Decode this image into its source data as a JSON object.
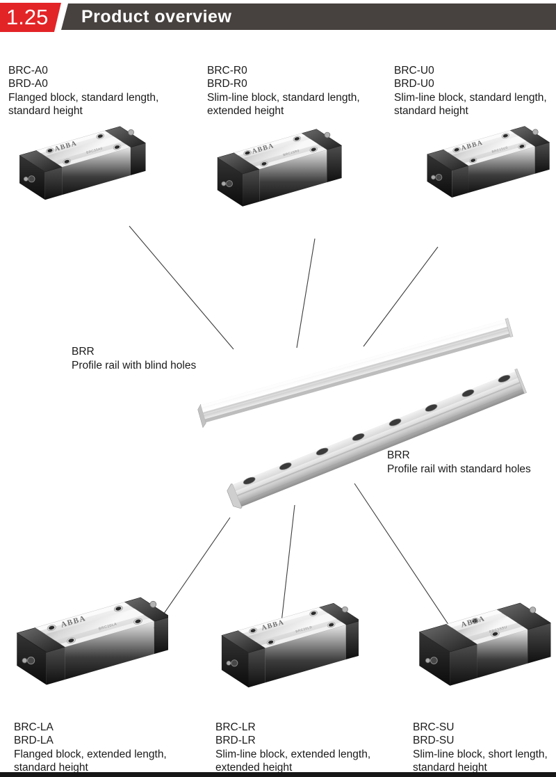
{
  "header": {
    "section_number": "1.25",
    "title": "Product overview"
  },
  "brand": "ABBA",
  "products": {
    "top": [
      {
        "model_c": "BRC-A0",
        "model_d": "BRD-A0",
        "desc1": "Flanged block, standard length,",
        "desc2": "standard height",
        "marking": "BRC35A0"
      },
      {
        "model_c": "BRC-R0",
        "model_d": "BRD-R0",
        "desc1": "Slim-line block, standard length,",
        "desc2": "extended height",
        "marking": "BRC15R0"
      },
      {
        "model_c": "BRC-U0",
        "model_d": "BRD-U0",
        "desc1": "Slim-line block, standard length,",
        "desc2": "standard height",
        "marking": "BRC15U0"
      }
    ],
    "bottom": [
      {
        "model_c": "BRC-LA",
        "model_d": "BRD-LA",
        "desc1": "Flanged block, extended length,",
        "desc2": "standard height",
        "marking": "BRC20LA"
      },
      {
        "model_c": "BRC-LR",
        "model_d": "BRD-LR",
        "desc1": "Slim-line block, extended length,",
        "desc2": "extended height",
        "marking": "BRC20LR"
      },
      {
        "model_c": "BRC-SU",
        "model_d": "BRD-SU",
        "desc1": "Slim-line block, short length,",
        "desc2": "standard height",
        "marking": "BRC15SU"
      }
    ]
  },
  "rails": {
    "blind": {
      "name": "BRR",
      "desc": "Profile rail with blind holes"
    },
    "standard": {
      "name": "BRR",
      "desc": "Profile rail with standard holes"
    }
  },
  "colors": {
    "accent_red": "#e32427",
    "header_gray": "#47423f",
    "footer_black": "#161616"
  }
}
